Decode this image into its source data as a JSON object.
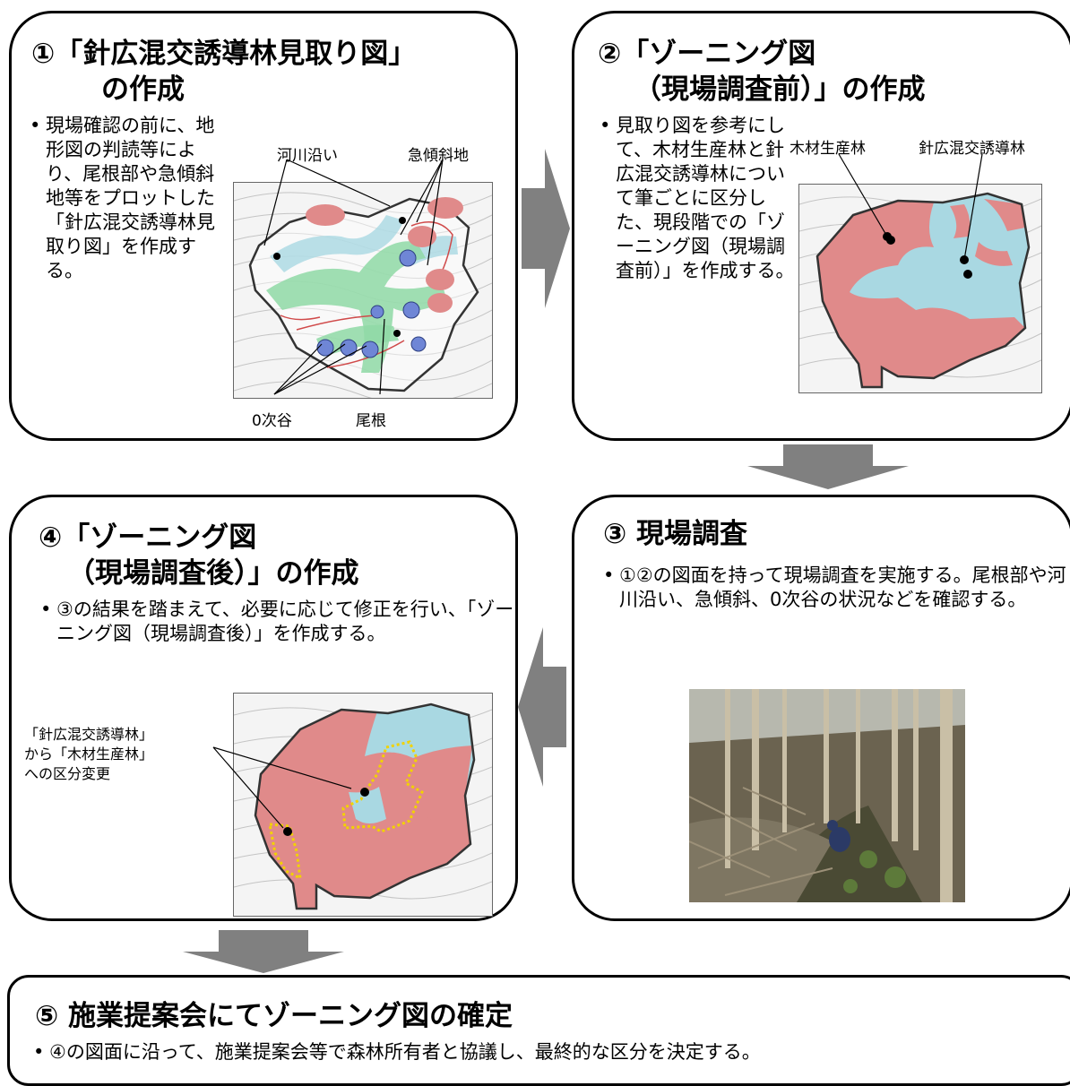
{
  "step1": {
    "title_line1": "①「針広混交誘導林見取り図」",
    "title_line2": "の作成",
    "body": "現場確認の前に、地形図の判読等により、尾根部や急傾斜地等をプロットした「針広混交誘導林見取り図」を作成する。",
    "labels": {
      "river": "河川沿い",
      "steep": "急傾斜地",
      "valley": "0次谷",
      "ridge": "尾根"
    }
  },
  "step2": {
    "title_line1": "②「ゾーニング図",
    "title_line2": "（現場調査前）」の作成",
    "body": "見取り図を参考にして、木材生産林と針広混交誘導林について筆ごとに区分した、現段階での「ゾーニング図（現場調査前）」を作成する。",
    "labels": {
      "timber": "木材生産林",
      "mixed": "針広混交誘導林"
    }
  },
  "step3": {
    "title": "③ 現場調査",
    "body": "①②の図面を持って現場調査を実施する。尾根部や河川沿い、急傾斜、0次谷の状況などを確認する。"
  },
  "step4": {
    "title_line1": "④「ゾーニング図",
    "title_line2": "（現場調査後）」の作成",
    "body": "③の結果を踏まえて、必要に応じて修正を行い、「ゾーニング図（現場調査後）」を作成する。",
    "note_line1": "「針広混交誘導林」",
    "note_line2": "から「木材生産林」",
    "note_line3": "への区分変更"
  },
  "step5": {
    "title": "⑤ 施業提案会にてゾーニング図の確定",
    "body": "④の図面に沿って、施業提案会等で森林所有者と協議し、最終的な区分を決定する。"
  },
  "colors": {
    "timber_zone": "#e08a8a",
    "mixed_zone": "#a9d8e2",
    "ridge_zone": "#8fd9a6",
    "valley_dot": "#6f86d6",
    "arrow": "#808080"
  }
}
